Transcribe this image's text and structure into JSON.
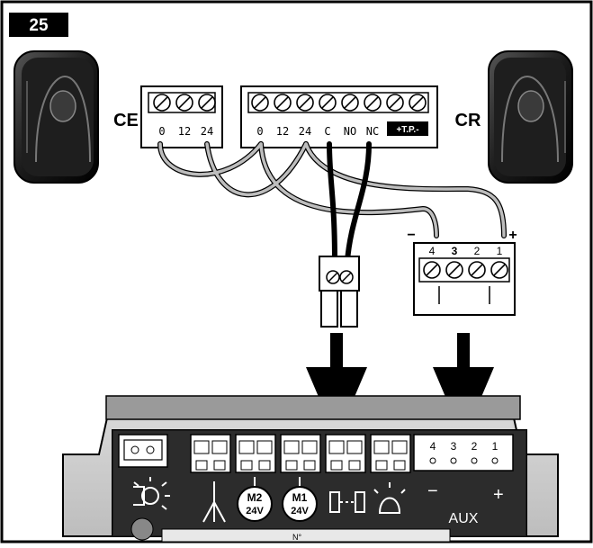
{
  "figure_number": "25",
  "photocells": {
    "transmitter_label": "CE",
    "receiver_label": "CR"
  },
  "ce_terminal": {
    "labels": [
      "0",
      "12",
      "24"
    ]
  },
  "main_terminal": {
    "labels": [
      "0",
      "12",
      "24",
      "C",
      "NO",
      "NC"
    ],
    "test_label": "+T.P.-"
  },
  "aux_terminal": {
    "labels": [
      "4",
      "3",
      "2",
      "1"
    ],
    "minus": "−",
    "plus": "+"
  },
  "control_board": {
    "motor_labels": [
      {
        "name": "M2",
        "volt": "24V"
      },
      {
        "name": "M1",
        "volt": "24V"
      }
    ],
    "aux_label": "AUX",
    "aux_pins": [
      "4",
      "3",
      "2",
      "1"
    ],
    "minus": "−",
    "plus": "+",
    "bottom_text": "N°"
  },
  "icons": [
    "lamp-icon",
    "antenna-icon",
    "motor-icon",
    "photocell-icon",
    "warning-light-icon",
    "arrow-down-icon"
  ]
}
